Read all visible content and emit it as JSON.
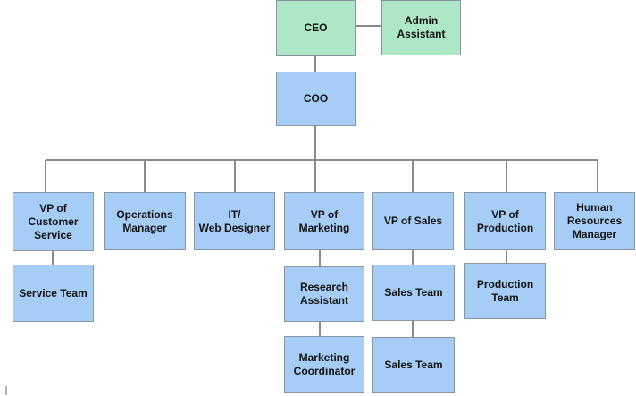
{
  "colors": {
    "executive_fill": "#aee7c5",
    "role_fill": "#a6cdf6",
    "border": "#8a95a3",
    "connector": "#8b8b8b"
  },
  "org_chart": {
    "ceo": "CEO",
    "admin_assistant": "Admin\nAssistant",
    "coo": "COO",
    "vp_customer_service": "VP of\nCustomer\nService",
    "operations_manager": "Operations\nManager",
    "it_web_designer": "IT/\nWeb Designer",
    "vp_marketing": "VP of\nMarketing",
    "vp_sales": "VP of Sales",
    "vp_production": "VP of\nProduction",
    "hr_manager": "Human\nResources\nManager",
    "service_team": "Service Team",
    "research_assistant": "Research\nAssistant",
    "marketing_coordinator": "Marketing\nCoordinator",
    "sales_team_1": "Sales Team",
    "sales_team_2": "Sales Team",
    "production_team": "Production\nTeam"
  }
}
